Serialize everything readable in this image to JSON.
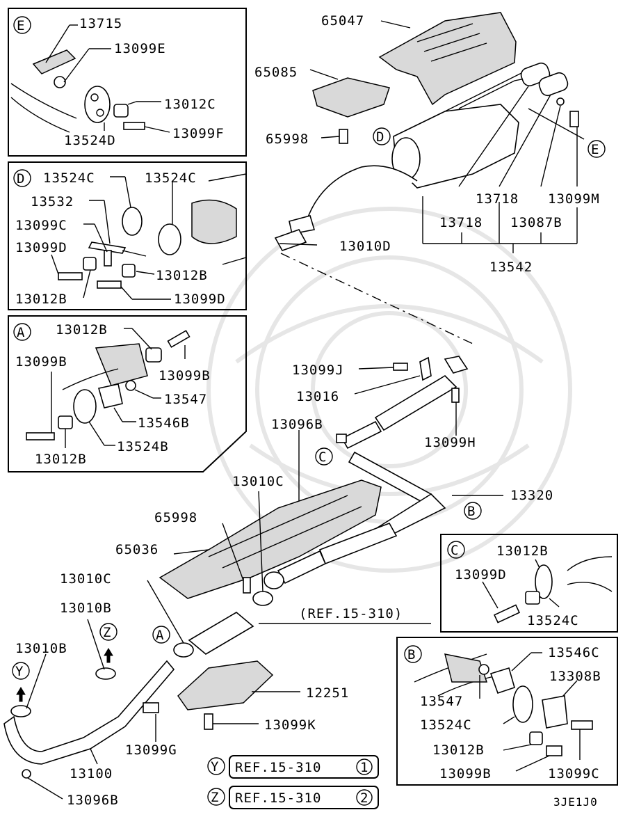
{
  "diagram_code": "3JE1J0",
  "callouts": {
    "A": "A",
    "B": "B",
    "C": "C",
    "D": "D",
    "E": "E",
    "Y": "Y",
    "Z": "Z"
  },
  "labels": {
    "p65047": "65047",
    "p65085": "65085",
    "p65998_top": "65998",
    "p13718_a": "13718",
    "p13718_b": "13718",
    "p13099M": "13099M",
    "p13087B": "13087B",
    "p13542": "13542",
    "p13010D": "13010D",
    "p13099J": "13099J",
    "p13016": "13016",
    "p13099H": "13099H",
    "p13096B_mid": "13096B",
    "p13320": "13320",
    "p13010C_mid": "13010C",
    "p65998_mid": "65998",
    "p65036": "65036",
    "p13010C_low": "13010C",
    "p13010B_a": "13010B",
    "p13010B_b": "13010B",
    "p12251": "12251",
    "p13099K": "13099K",
    "p13099G": "13099G",
    "p13100": "13100",
    "p13096B_low": "13096B",
    "ref_main": "(REF.15-310)",
    "ref_y": "REF.15-310",
    "ref_y_num": "1",
    "ref_z": "REF.15-310",
    "ref_z_num": "2"
  },
  "inset_E": {
    "p13715": "13715",
    "p13099E": "13099E",
    "p13012C": "13012C",
    "p13524D": "13524D",
    "p13099F": "13099F"
  },
  "inset_D": {
    "p13524C_a": "13524C",
    "p13524C_b": "13524C",
    "p13532": "13532",
    "p13099C": "13099C",
    "p13099D_a": "13099D",
    "p13012B_a": "13012B",
    "p13012B_b": "13012B",
    "p13099D_b": "13099D"
  },
  "inset_A": {
    "p13012B_a": "13012B",
    "p13099B_a": "13099B",
    "p13099B_b": "13099B",
    "p13547": "13547",
    "p13546B": "13546B",
    "p13524B": "13524B",
    "p13012B_b": "13012B"
  },
  "inset_C": {
    "p13012B": "13012B",
    "p13099D": "13099D",
    "p13524C": "13524C"
  },
  "inset_B": {
    "p13546C": "13546C",
    "p13308B": "13308B",
    "p13547": "13547",
    "p13524C": "13524C",
    "p13012B": "13012B",
    "p13099B": "13099B",
    "p13099C": "13099C"
  }
}
